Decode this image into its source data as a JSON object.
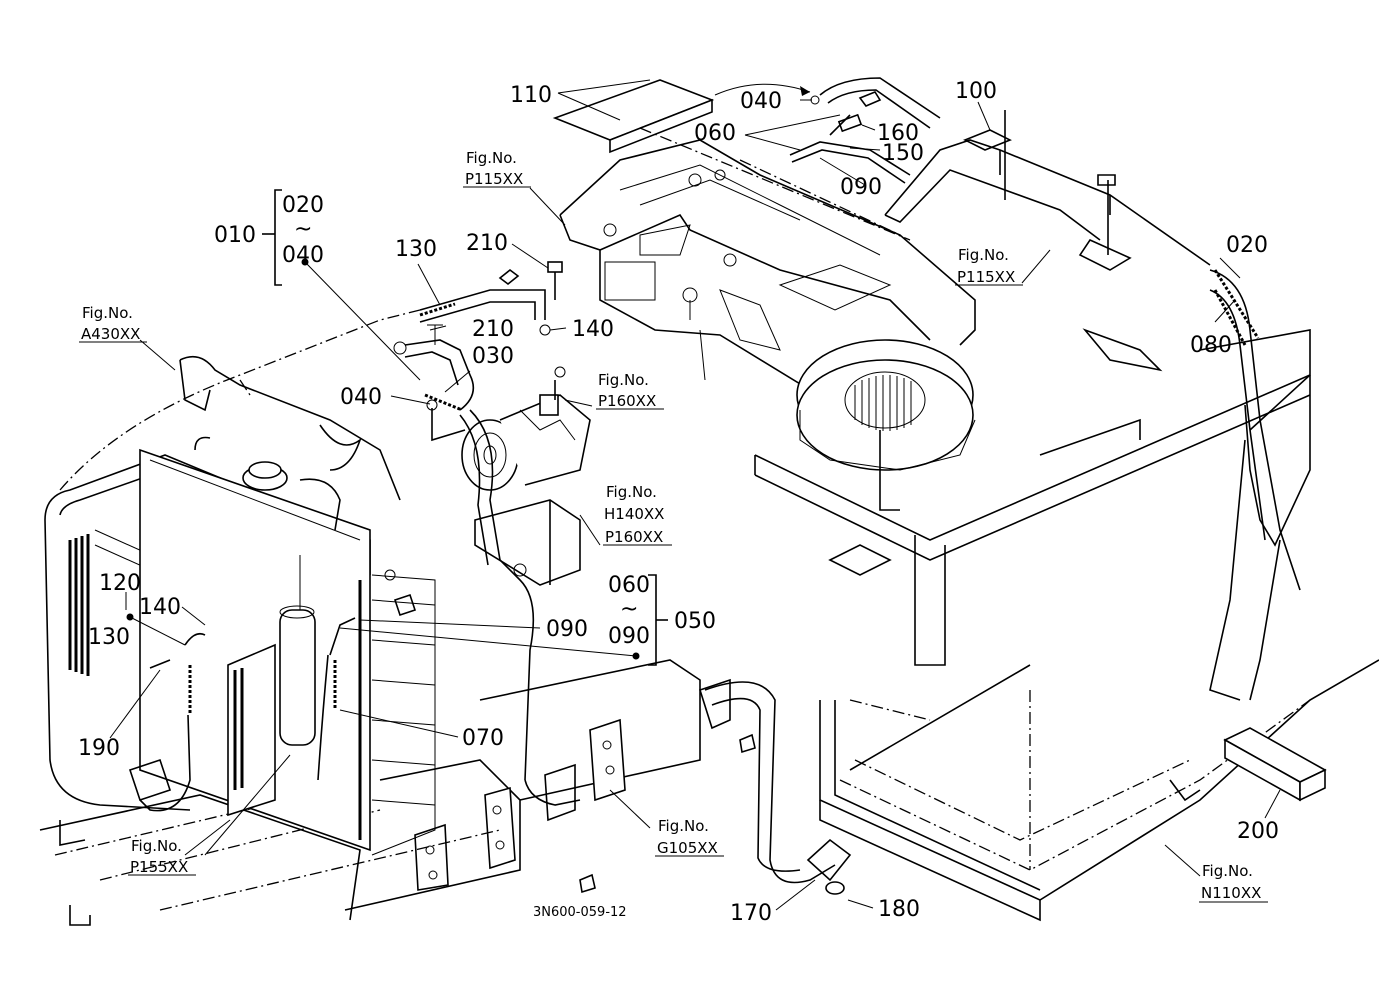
{
  "diagram": {
    "drawing_code": "3N600-059-12",
    "part_labels": {
      "p010": "010",
      "p020_top": "020",
      "p040_range": "040",
      "tilde_1": "~",
      "p130_a": "130",
      "p210_a": "210",
      "p210_b": "210",
      "p140_a": "140",
      "p030": "030",
      "p040_a": "040",
      "p110": "110",
      "p040_b": "040",
      "p060_a": "060",
      "p160": "160",
      "p150": "150",
      "p090_a": "090",
      "p100": "100",
      "p020_b": "020",
      "p080": "080",
      "p120": "120",
      "p140_b": "140",
      "p130_b": "130",
      "p190": "190",
      "p090_b": "090",
      "p070": "070",
      "p060_range": "060",
      "tilde_2": "~",
      "p090_range": "090",
      "p050": "050",
      "p170": "170",
      "p180": "180",
      "p200": "200"
    },
    "figure_refs": {
      "fig_p115_a": {
        "title": "Fig.No.",
        "code": "P115XX"
      },
      "fig_p115_b": {
        "title": "Fig.No.",
        "code": "P115XX"
      },
      "fig_a430": {
        "title": "Fig.No.",
        "code": "A430XX"
      },
      "fig_p160": {
        "title": "Fig.No.",
        "code": "P160XX"
      },
      "fig_h140": {
        "title": "Fig.No.",
        "code": "H140XX",
        "code2": "P160XX"
      },
      "fig_p155": {
        "title": "Fig.No.",
        "code": "P155XX"
      },
      "fig_g105": {
        "title": "Fig.No.",
        "code": "G105XX"
      },
      "fig_n110": {
        "title": "Fig.No.",
        "code": "N110XX"
      }
    }
  }
}
